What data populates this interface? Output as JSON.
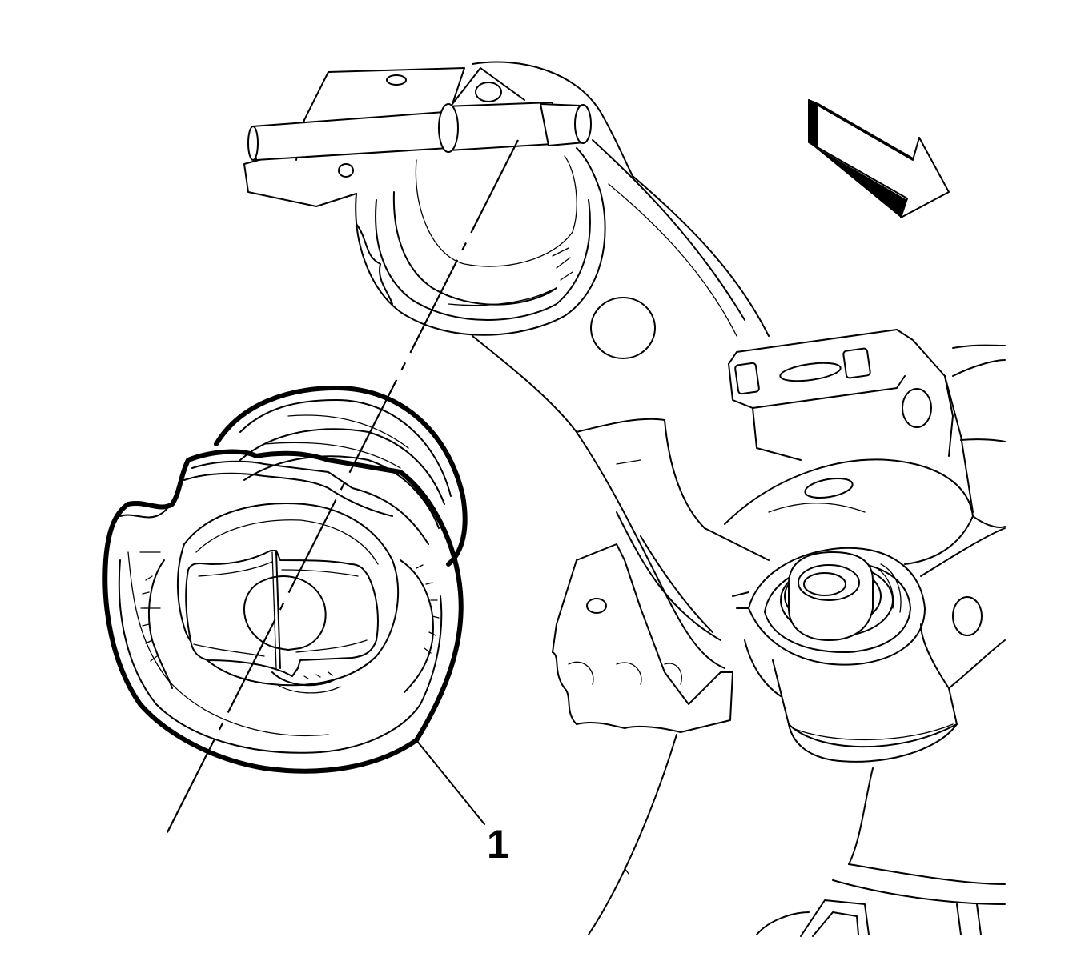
{
  "diagram": {
    "callouts": [
      {
        "label": "1",
        "refers_to": "bushing"
      }
    ],
    "direction_arrow": {
      "icon": "double-arrow-icon",
      "direction": "forward-right"
    },
    "colors": {
      "line": "#000000",
      "background": "#ffffff"
    }
  }
}
